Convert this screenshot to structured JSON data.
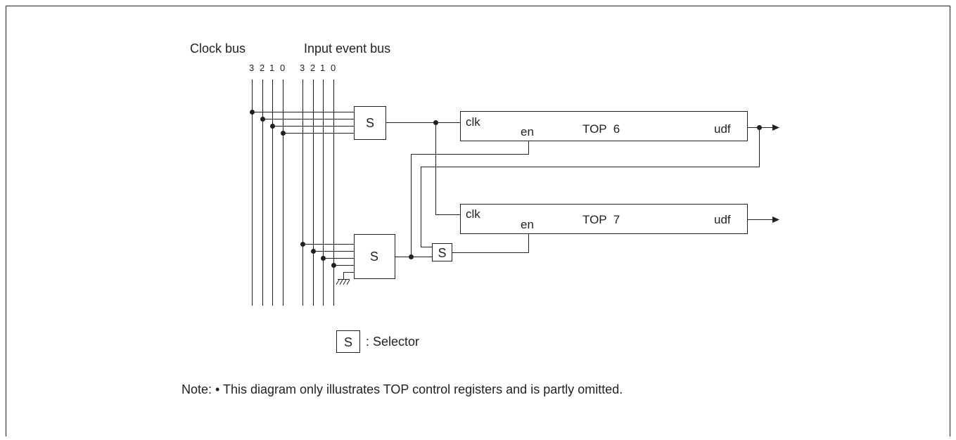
{
  "diagram": {
    "clock_bus_label": "Clock bus",
    "input_event_bus_label": "Input event bus",
    "clock_bus_bits": [
      "3",
      "2",
      "1",
      "0"
    ],
    "input_bus_bits": [
      "3",
      "2",
      "1",
      "0"
    ],
    "selector_symbol": "S",
    "top6": {
      "clk": "clk",
      "en": "en",
      "name": "TOP  6",
      "udf": "udf"
    },
    "top7": {
      "clk": "clk",
      "en": "en",
      "name": "TOP  7",
      "udf": "udf"
    },
    "legend": {
      "symbol": "S",
      "text": ": Selector"
    },
    "note": "Note: • This diagram only illustrates TOP control registers and is partly omitted."
  }
}
